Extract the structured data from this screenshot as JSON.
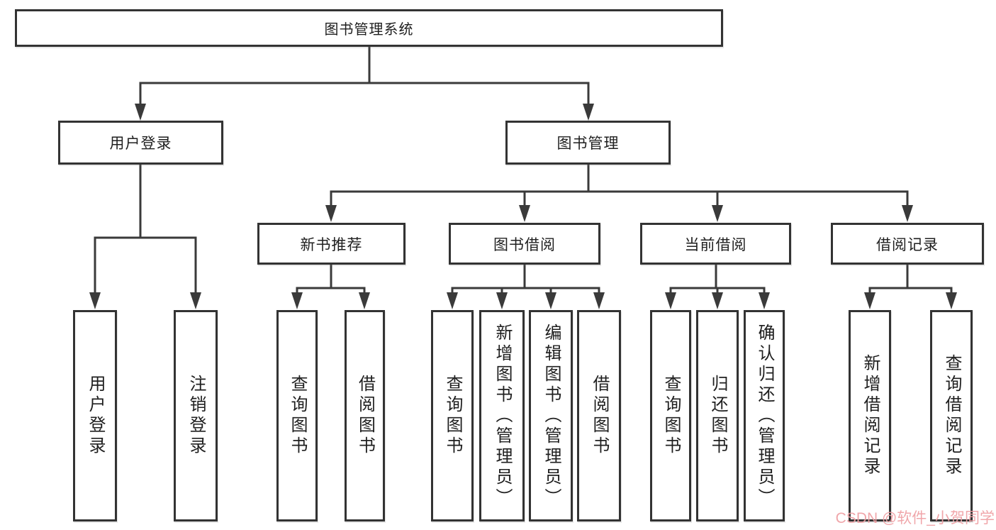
{
  "tree": {
    "root": {
      "label": "图书管理系统"
    },
    "branches": [
      {
        "label": "用户登录",
        "children": [
          {
            "label": "用户登录"
          },
          {
            "label": "注销登录"
          }
        ]
      },
      {
        "label": "图书管理",
        "children": [
          {
            "label": "新书推荐",
            "children": [
              {
                "label": "查询图书"
              },
              {
                "label": "借阅图书"
              }
            ]
          },
          {
            "label": "图书借阅",
            "children": [
              {
                "label": "查询图书"
              },
              {
                "label": "新增图书（管理员）"
              },
              {
                "label": "编辑图书（管理员）"
              },
              {
                "label": "借阅图书"
              }
            ]
          },
          {
            "label": "当前借阅",
            "children": [
              {
                "label": "查询图书"
              },
              {
                "label": "归还图书"
              },
              {
                "label": "确认归还（管理员）"
              }
            ]
          },
          {
            "label": "借阅记录",
            "children": [
              {
                "label": "新增借阅记录"
              },
              {
                "label": "查询借阅记录"
              }
            ]
          }
        ]
      }
    ]
  },
  "watermark": "CSDN @软件_小贺同学",
  "colors": {
    "line": "#3a3a3a",
    "box_border": "#333333",
    "text": "#1f1f1f",
    "watermark": "#ef9fa3",
    "background": "#ffffff"
  }
}
